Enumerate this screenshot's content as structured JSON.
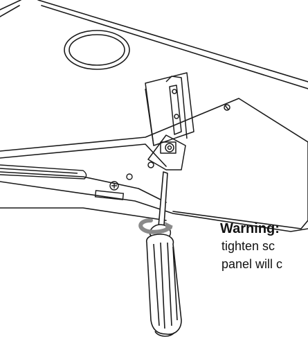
{
  "warning": {
    "title": "Warning:",
    "line1": "tighten sc",
    "line2": "panel will c"
  },
  "colors": {
    "line": "#1a1a1a",
    "arrow": "#8a8a8a",
    "background": "#ffffff"
  },
  "icons": [
    "screwdriver-icon",
    "rotate-arrow-icon",
    "screw-icon"
  ]
}
